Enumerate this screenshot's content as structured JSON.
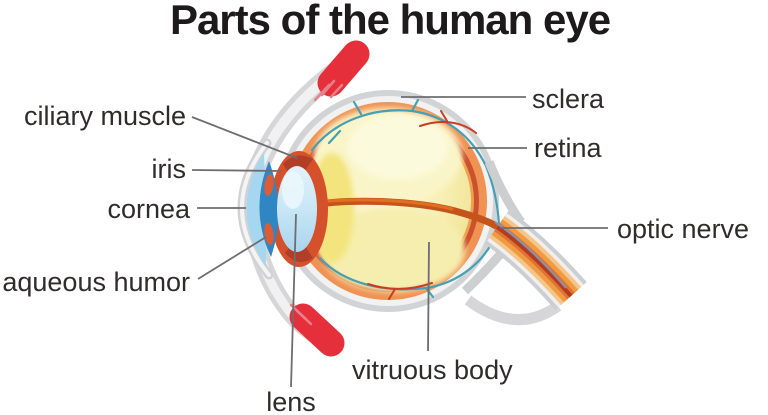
{
  "title": "Parts of the human eye",
  "labels": [
    {
      "id": "ciliary-muscle",
      "text": "ciliary muscle"
    },
    {
      "id": "iris",
      "text": "iris"
    },
    {
      "id": "cornea",
      "text": "cornea"
    },
    {
      "id": "aqueous-humor",
      "text": "aqueous humor"
    },
    {
      "id": "lens",
      "text": "lens"
    },
    {
      "id": "sclera",
      "text": "sclera"
    },
    {
      "id": "retina",
      "text": "retina"
    },
    {
      "id": "optic-nerve",
      "text": "optic nerve"
    },
    {
      "id": "vitruous-body",
      "text": "vitruous body"
    }
  ],
  "palette": {
    "background": "#ffffff",
    "title_text": "#1c1a1b",
    "label_text": "#2f2c2b",
    "leader_line": "#6d6e71",
    "sclera_gray": "#d2d3d5",
    "sclera_white": "#f2f2f3",
    "retina_orange": "#ef9254",
    "choroid_red": "#cb512f",
    "inner_orange": "#efa150",
    "vitreous_yellow": "#f7efb4",
    "vitreous_light": "#fdf9da",
    "central_vessel_orange": "#c4531c",
    "lens_blue": "#c8e6f6",
    "cornea_blue": "#a5d7f0",
    "aqueous_blue": "#2f86c3",
    "ciliary_red": "#d4512b",
    "iris_spot_red": "#dd5c38",
    "muscle_red": "#e5303b",
    "tendon_gray": "#d6d6d8",
    "vessel_teal": "#46a0b4",
    "vessel_red": "#cf3a22",
    "nerve_core_red": "#b23c20"
  }
}
